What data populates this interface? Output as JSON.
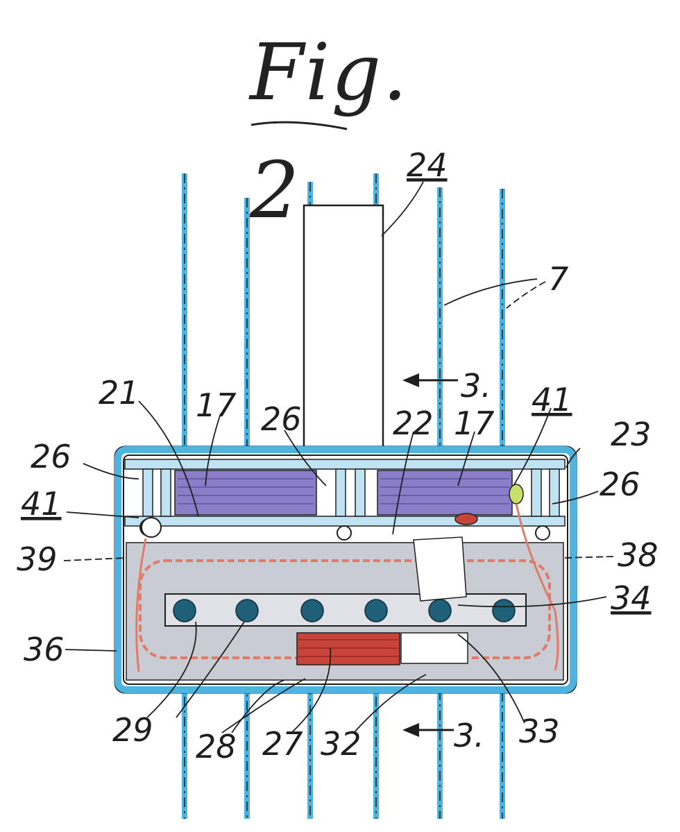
{
  "figure": {
    "title": "Fig. 2."
  },
  "labels": {
    "l24": "24",
    "l7": "7",
    "l3_top": "3.",
    "l21": "21",
    "l17_left": "17",
    "l26_mid": "26",
    "l22": "22",
    "l17_right": "17",
    "l41_right": "41",
    "l23": "23",
    "l26_left": "26",
    "l26_right": "26",
    "l41_left": "41",
    "l39": "39",
    "l38": "38",
    "l34": "34",
    "l36": "36",
    "l29": "29",
    "l28": "28",
    "l27": "27",
    "l32": "32",
    "l33": "33",
    "l3_bottom": "3."
  },
  "colors": {
    "frame_blue": "#4fb3e0",
    "coil_purple": "#8a7ec8",
    "plate_gray": "#c9ccd2",
    "bolt_teal": "#1f5f78",
    "wire_red": "#e07a6a",
    "core_red": "#c8443a",
    "ink": "#1e1e1e"
  }
}
